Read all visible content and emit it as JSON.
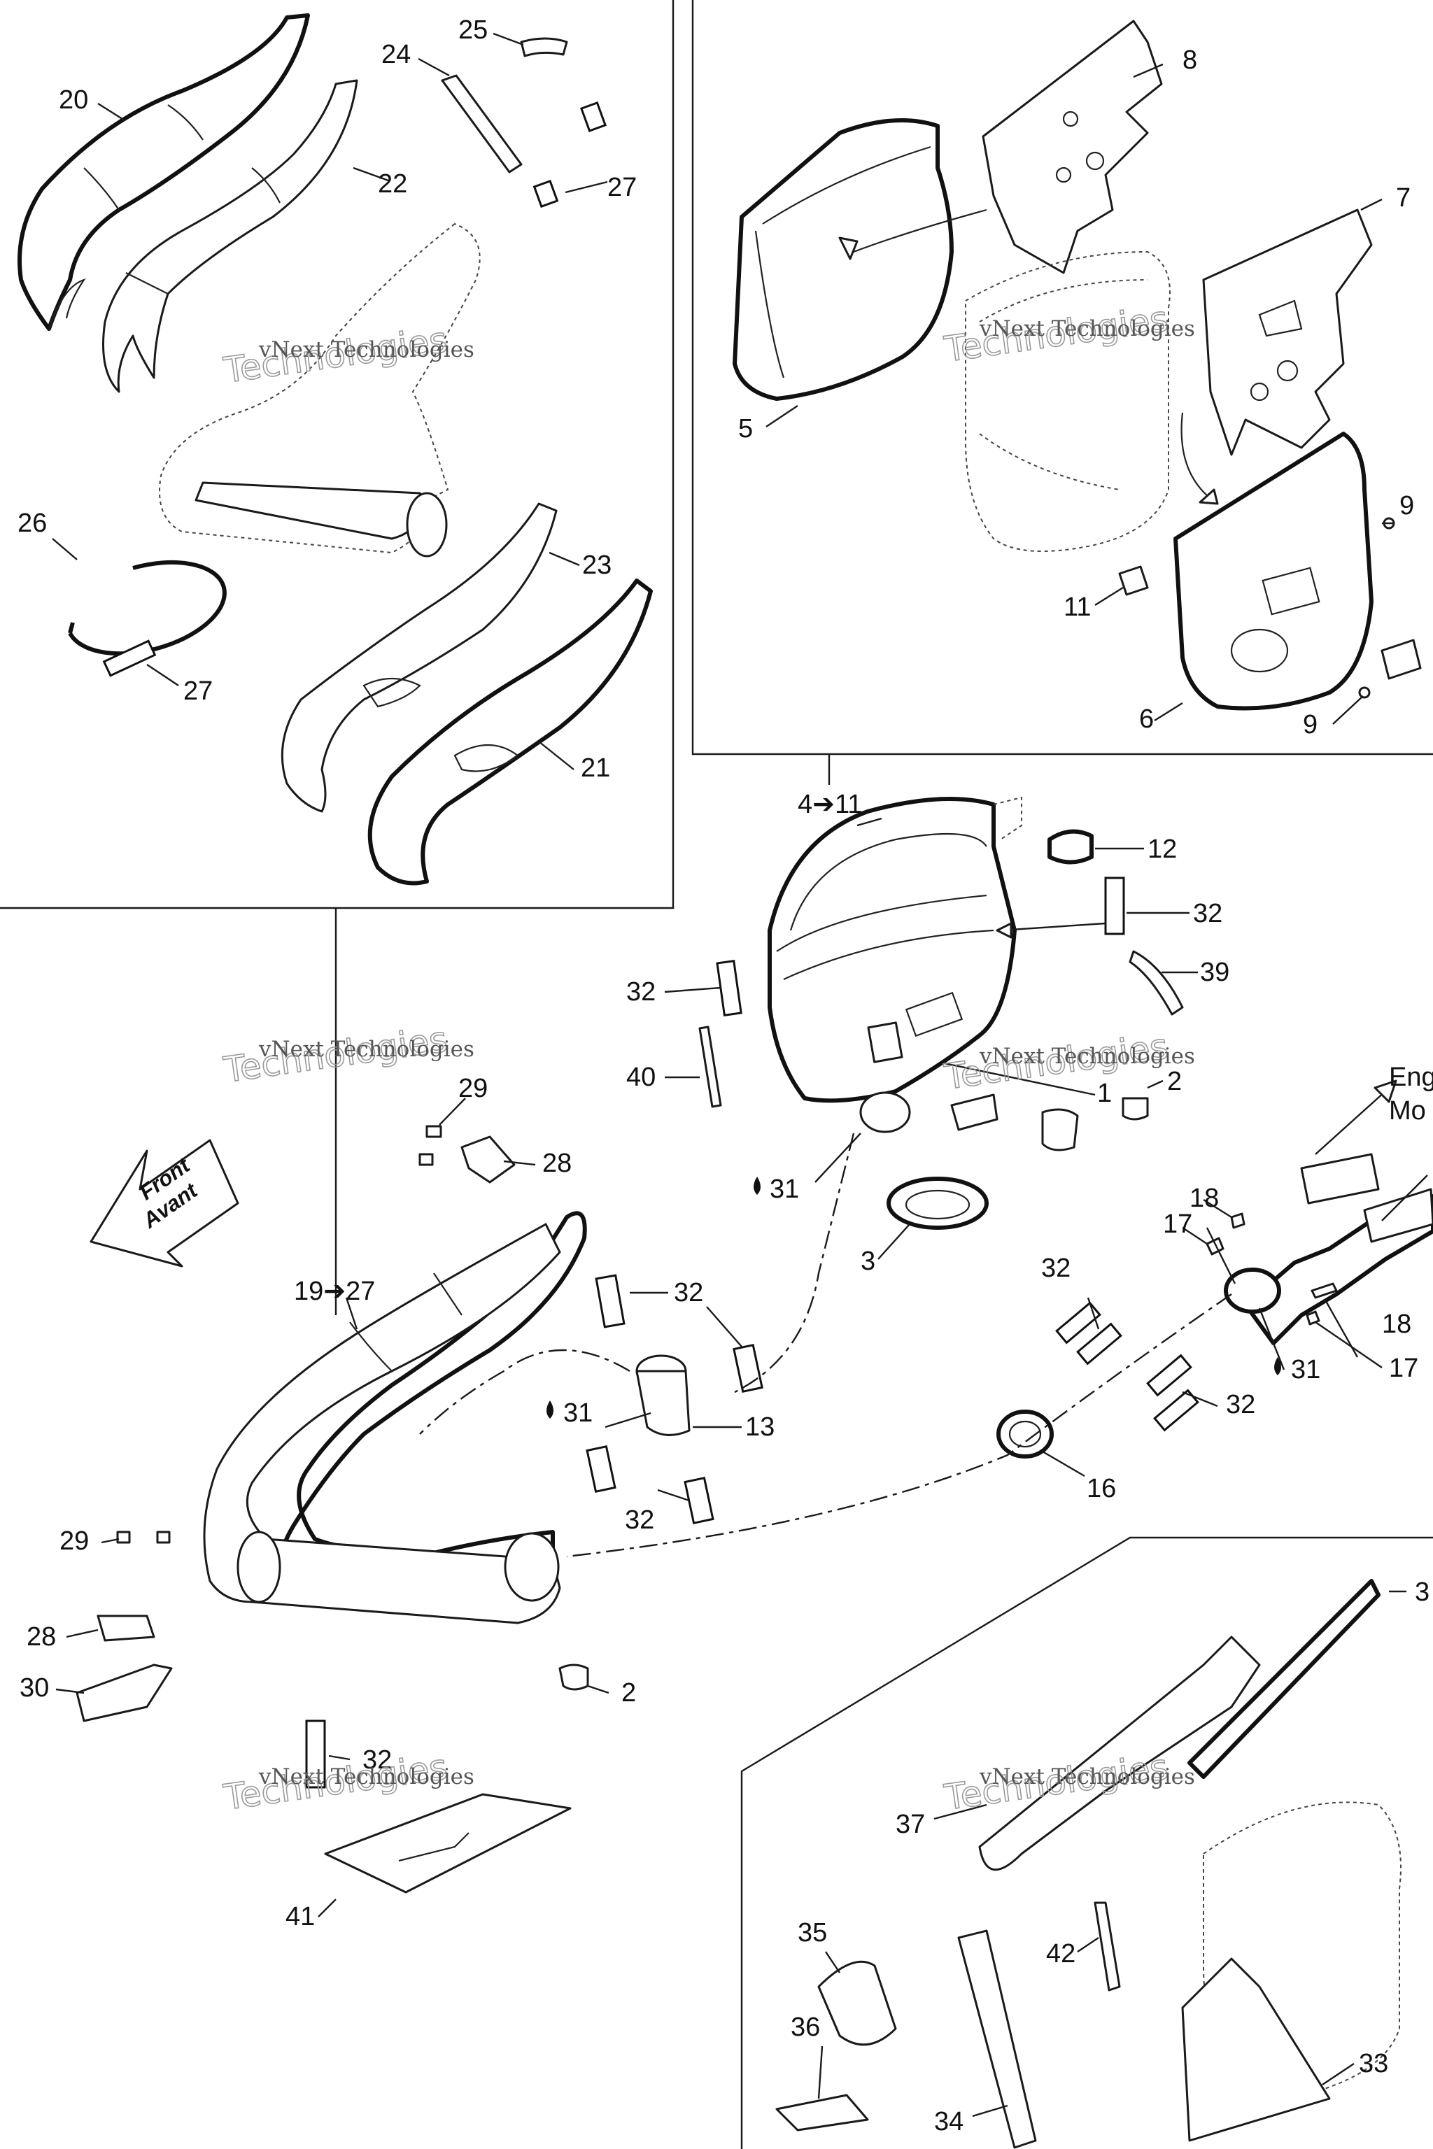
{
  "diagram": {
    "watermark": {
      "line1": "vNext Technologies",
      "line2": "Technologies"
    },
    "front_arrow": {
      "line1": "Front",
      "line2": "Avant"
    },
    "engine_label": {
      "line1": "Eng",
      "line2": "Mo"
    },
    "callouts": {
      "p1": "1",
      "p2": "2",
      "p3": "3",
      "p4_11": "4➔11",
      "p5": "5",
      "p6": "6",
      "p7": "7",
      "p8": "8",
      "p9": "9",
      "p11": "11",
      "p12": "12",
      "p13": "13",
      "p16": "16",
      "p17": "17",
      "p18": "18",
      "p19_27": "19➔27",
      "p20": "20",
      "p21": "21",
      "p22": "22",
      "p23": "23",
      "p24": "24",
      "p25": "25",
      "p26": "26",
      "p27": "27",
      "p28": "28",
      "p29": "29",
      "p30": "30",
      "p31": "31",
      "p32": "32",
      "p33": "33",
      "p34": "34",
      "p35": "35",
      "p36": "36",
      "p37": "37",
      "p39": "39",
      "p40": "40",
      "p41": "41",
      "p42": "42",
      "p3x": "3"
    }
  }
}
